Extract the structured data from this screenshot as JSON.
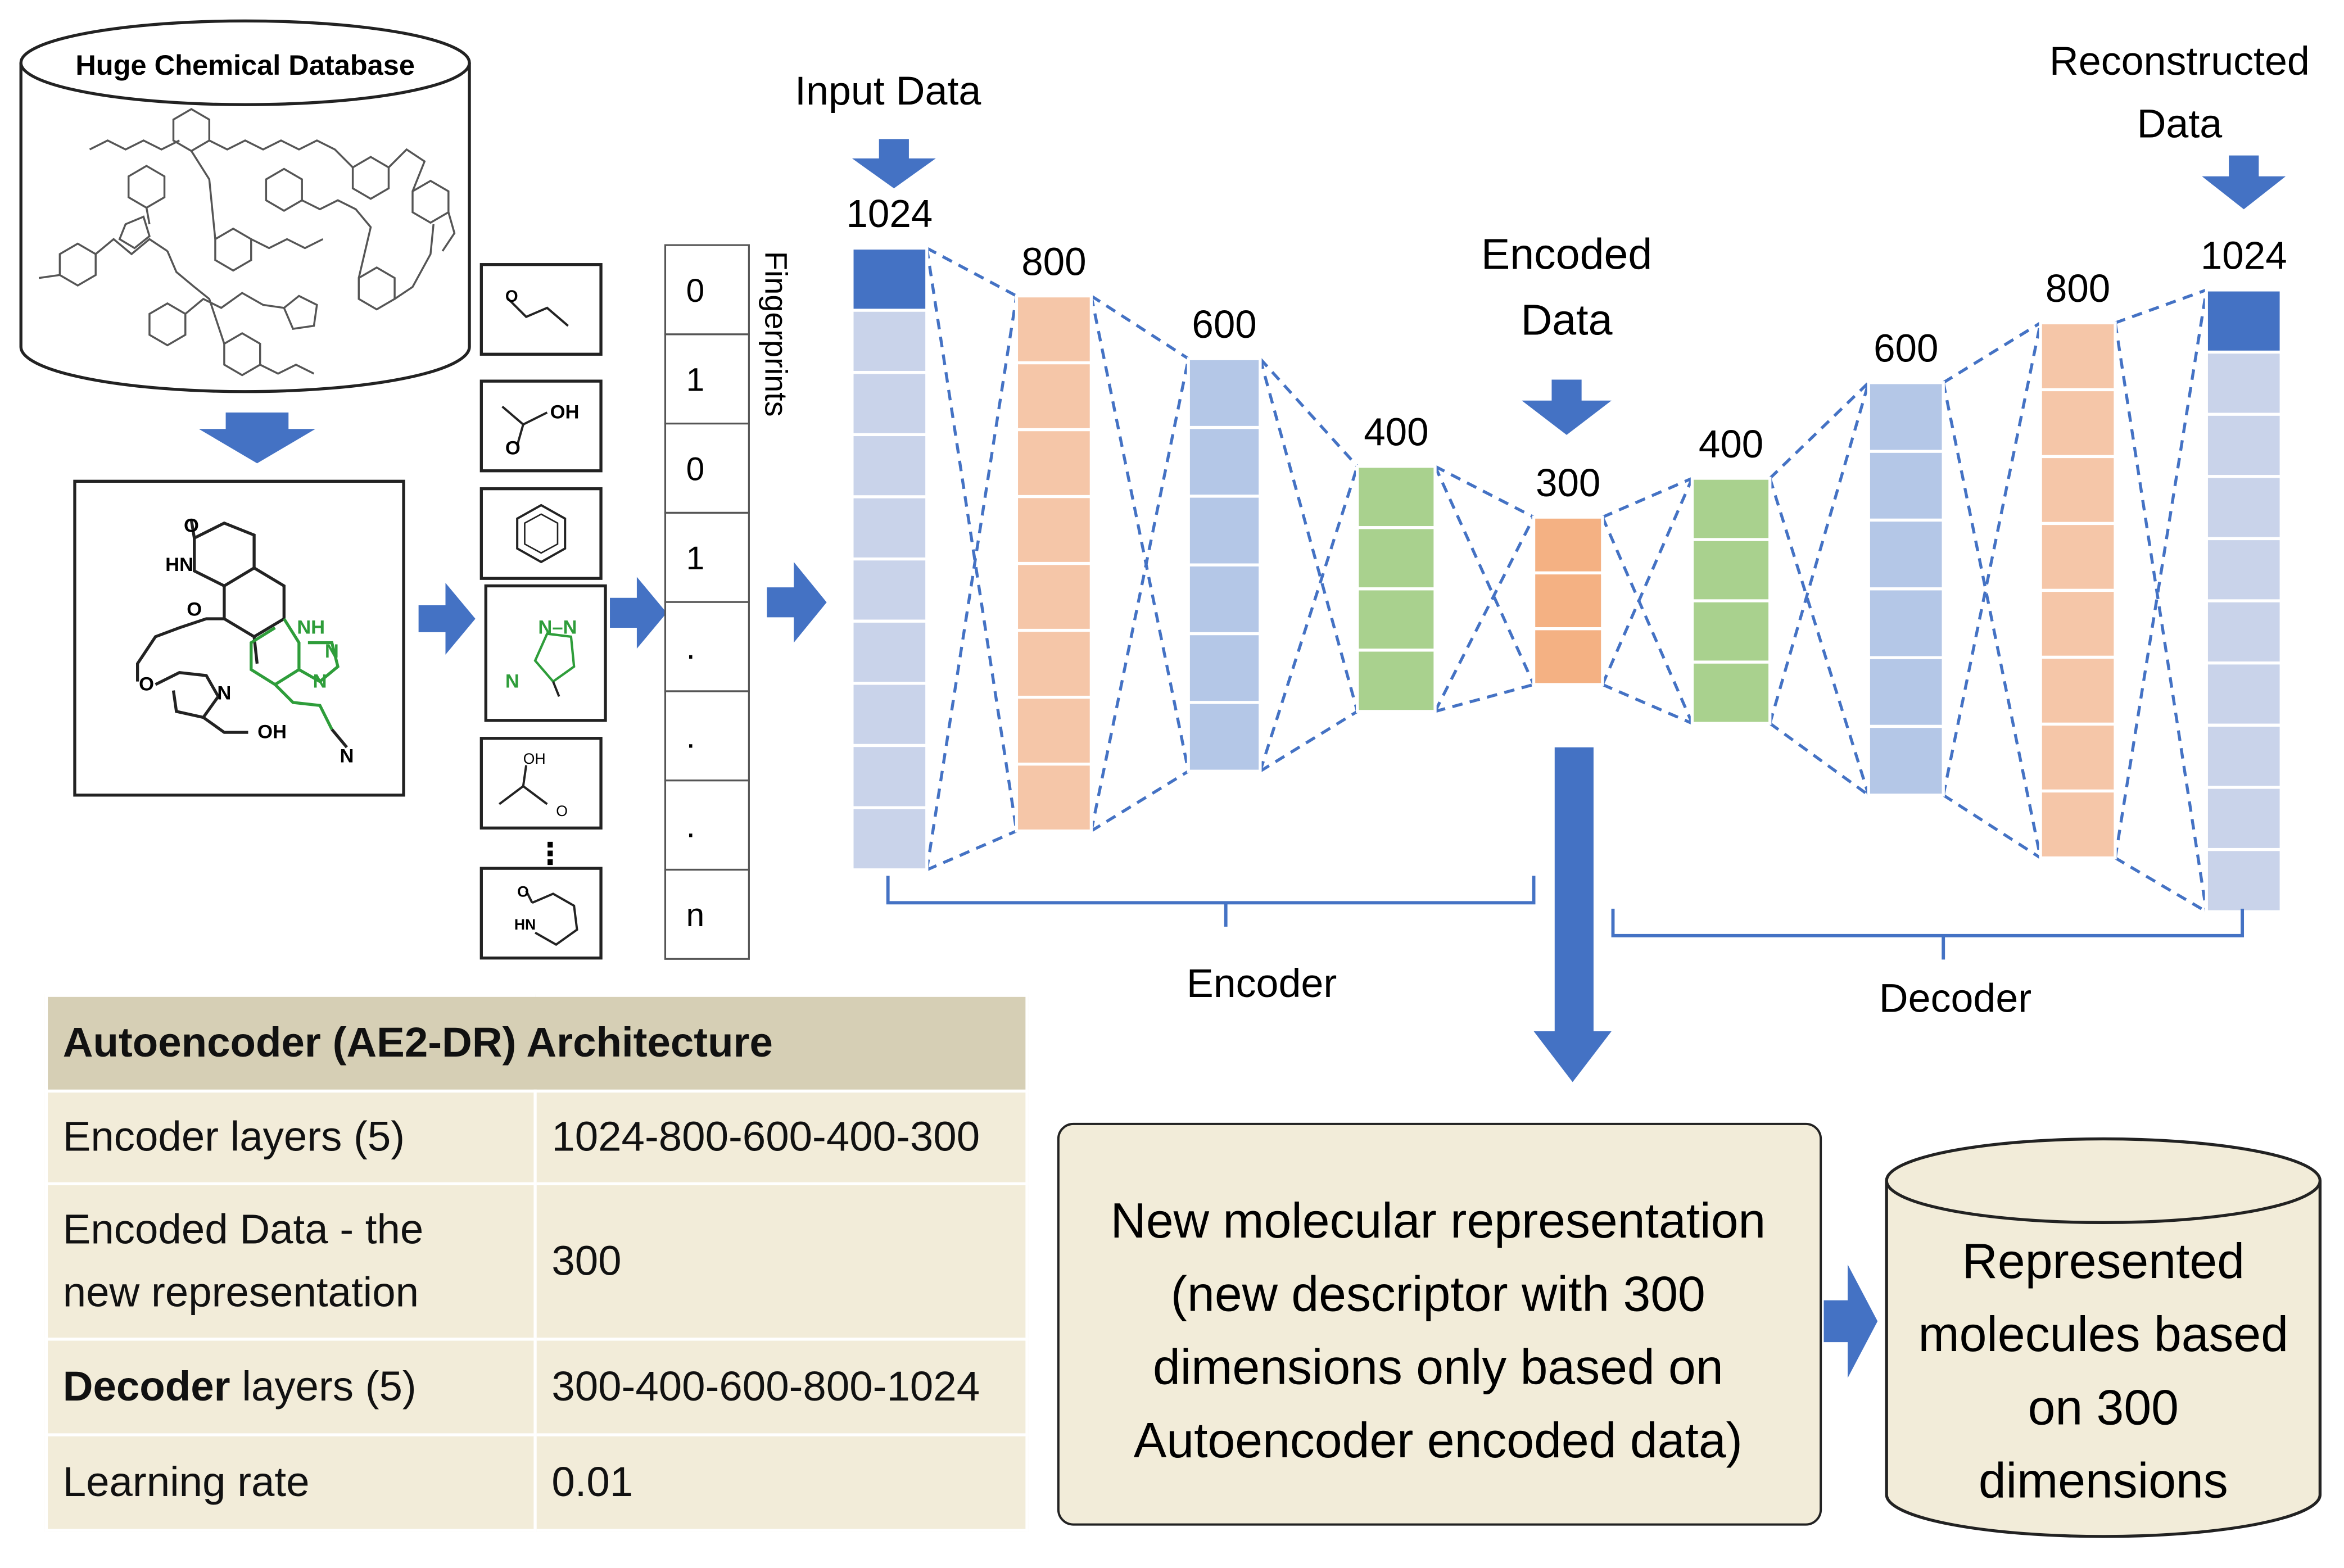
{
  "database": {
    "title": "Huge Chemical Database"
  },
  "fingerprints": {
    "label": "Fingerprints",
    "bits": [
      "0",
      "1",
      "0",
      "1",
      ".",
      ".",
      ".",
      "n"
    ]
  },
  "fragments": {
    "ellipsis": "⋮"
  },
  "molecule_labels": {
    "hn": "HN",
    "o_top": "O",
    "o_left": "O",
    "o_mid": "O",
    "nh": "NH",
    "n1": "N",
    "n2": "N",
    "n3": "N",
    "oh": "OH",
    "n_cyano": "N",
    "frag_oh": "OH",
    "frag_o": "O",
    "frag_nn": "N–N",
    "frag_n": "N",
    "frag_oh2": "OH",
    "frag_o2": "O",
    "frag_o3": "O",
    "frag_hn": "HN"
  },
  "network": {
    "input_label": "Input Data",
    "reconstructed_label_line1": "Reconstructed",
    "reconstructed_label_line2": "Data",
    "encoded_label_line1": "Encoded",
    "encoded_label_line2": "Data",
    "layers": [
      {
        "size": "1024",
        "color": "#c9d3ea",
        "top_color": "#4472c4"
      },
      {
        "size": "800",
        "color": "#f5c6a8"
      },
      {
        "size": "600",
        "color": "#b4c7e7"
      },
      {
        "size": "400",
        "color": "#a9d18e"
      },
      {
        "size": "300",
        "color": "#f4b183"
      },
      {
        "size": "400",
        "color": "#a9d18e"
      },
      {
        "size": "600",
        "color": "#b4c7e7"
      },
      {
        "size": "800",
        "color": "#f5c6a8"
      },
      {
        "size": "1024",
        "color": "#c9d3ea",
        "top_color": "#4472c4"
      }
    ],
    "encoder_label": "Encoder",
    "decoder_label": "Decoder"
  },
  "table": {
    "header": "Autoencoder (AE2-DR) Architecture",
    "rows": [
      {
        "name": "Encoder layers (5)",
        "value": "1024-800-600-400-300"
      },
      {
        "name_line1": "Encoded Data - the",
        "name_line2": "new representation",
        "value": "300"
      },
      {
        "name_bold": "Decoder",
        "name_rest": " layers (5)",
        "value": "300-400-600-800-1024"
      },
      {
        "name": "Learning rate",
        "value": "0.01"
      }
    ]
  },
  "new_representation": {
    "lines": [
      "New molecular representation",
      "(new descriptor with 300",
      "dimensions only based on",
      "Autoencoder encoded data)"
    ]
  },
  "represented": {
    "lines": [
      "Represented",
      "molecules based",
      "on 300",
      "dimensions"
    ]
  },
  "colors": {
    "arrow_blue": "#4472c4",
    "dash_blue": "#4472c4",
    "box_fill": "#f2ecd9",
    "molecule_green": "#2e9d3a"
  }
}
